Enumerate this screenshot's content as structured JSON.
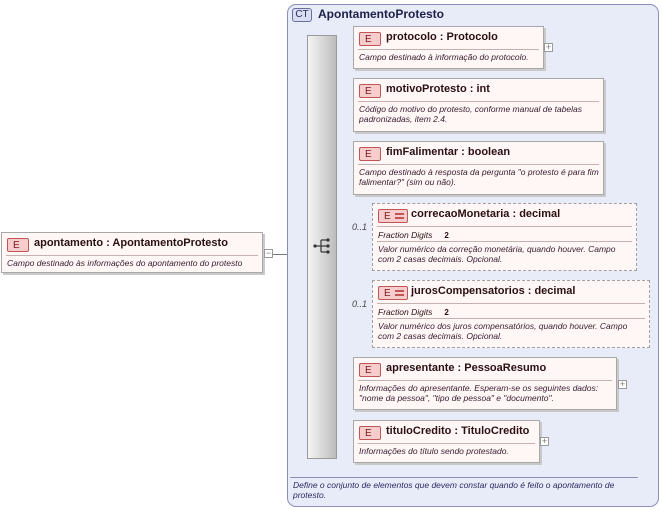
{
  "root": {
    "badge": "E",
    "name": "apontamento : ApontamentoProtesto",
    "doc": "Campo destinado às informações do apontamento do protesto"
  },
  "complex_type": {
    "badge": "CT",
    "name": "ApontamentoProtesto",
    "doc": "Define o conjunto de elementos que devem constar quando é feito o apontamento de protesto."
  },
  "elements": [
    {
      "badge": "E",
      "name": "protocolo : Protocolo",
      "doc": "Campo destinado à informação do protocolo.",
      "expandable": true
    },
    {
      "badge": "E",
      "name": "motivoProtesto : int",
      "doc": "Código do motivo do protesto,  conforme manual de tabelas padronizadas, item 2.4.",
      "expandable": false
    },
    {
      "badge": "E",
      "name": "fimFalimentar : boolean",
      "doc": "Campo destinado à resposta da pergunta \"o protesto é para fim falimentar?\" (sim ou não).",
      "expandable": false
    },
    {
      "badge": "E",
      "name": "correcaoMonetaria : decimal",
      "occurrence": "0..1",
      "facet_label": "Fraction Digits",
      "facet_value": "2",
      "doc": "Valor numérico da correção monetária, quando houver. Campo com 2 casas decimais. Opcional.",
      "expandable": false
    },
    {
      "badge": "E",
      "name": "jurosCompensatorios : decimal",
      "occurrence": "0..1",
      "facet_label": "Fraction Digits",
      "facet_value": "2",
      "doc": "Valor numérico dos juros compensatórios, quando houver. Campo com 2 casas decimais. Opcional.",
      "expandable": false
    },
    {
      "badge": "E",
      "name": "apresentante : PessoaResumo",
      "doc": "Informações do apresentante. Esperam-se os seguintes dados: \"nome da pessoa\", \"tipo de pessoa\" e \"documento\".",
      "expandable": true
    },
    {
      "badge": "E",
      "name": "tituloCredito : TituloCredito",
      "doc": "Informações do título sendo protestado.",
      "expandable": true
    }
  ],
  "icons": {
    "sequence": "sequence-compositor-icon",
    "collapse": "minus-icon",
    "expand": "plus-icon"
  }
}
